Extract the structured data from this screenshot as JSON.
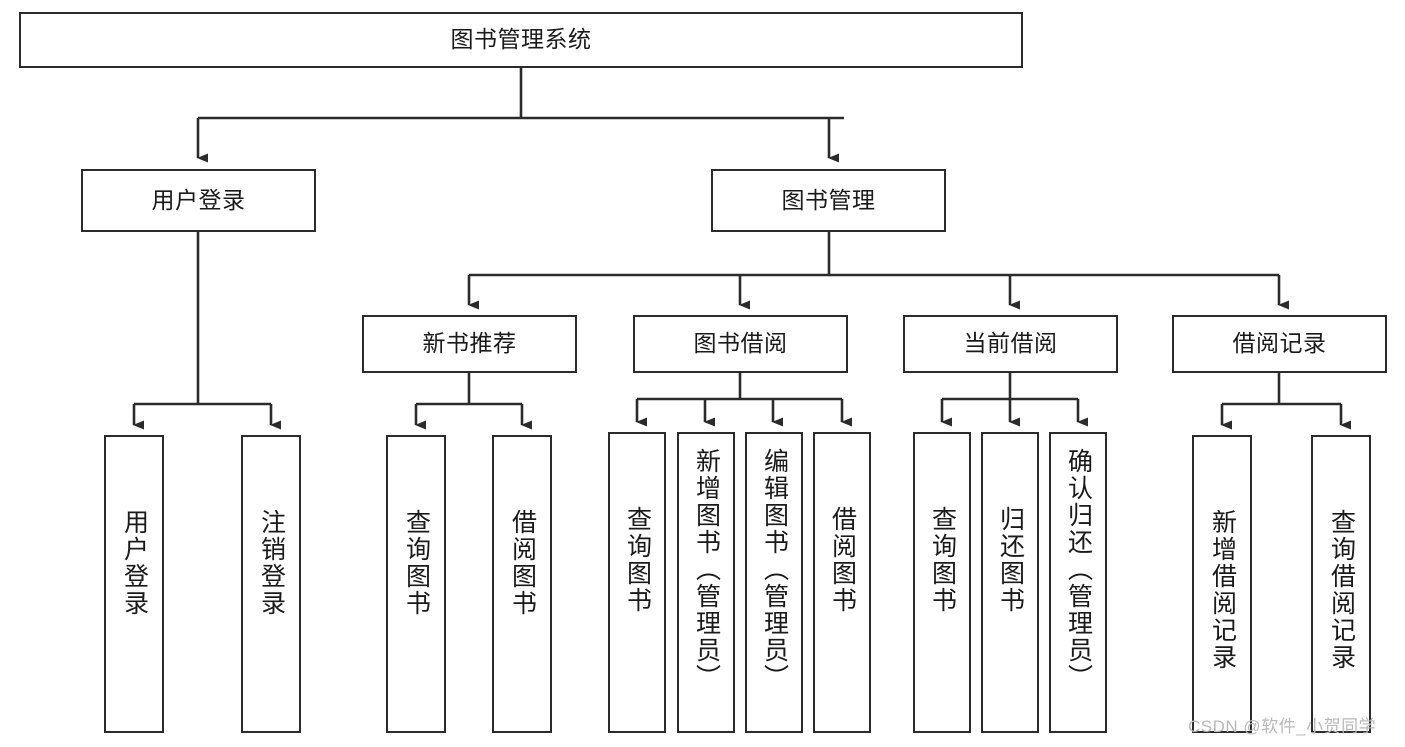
{
  "diagram": {
    "type": "tree-hierarchy-chart",
    "title": "图书管理系统",
    "root": {
      "id": "root",
      "label": "图书管理系统",
      "shape": "rectangle",
      "orientation": "horizontal"
    },
    "level2": [
      {
        "id": "user-login",
        "label": "用户登录",
        "orientation": "horizontal"
      },
      {
        "id": "book-management",
        "label": "图书管理",
        "orientation": "horizontal"
      }
    ],
    "level3": [
      {
        "id": "new-book-recommend",
        "label": "新书推荐",
        "orientation": "horizontal",
        "parent": "book-management"
      },
      {
        "id": "book-borrow",
        "label": "图书借阅",
        "orientation": "horizontal",
        "parent": "book-management"
      },
      {
        "id": "current-borrow",
        "label": "当前借阅",
        "orientation": "horizontal",
        "parent": "book-management"
      },
      {
        "id": "borrow-record",
        "label": "借阅记录",
        "orientation": "horizontal",
        "parent": "book-management"
      }
    ],
    "leaves": [
      {
        "id": "leaf-user-login",
        "label": "用户登录",
        "parent": "user-login",
        "orientation": "vertical",
        "align": "mid"
      },
      {
        "id": "leaf-logout",
        "label": "注销登录",
        "parent": "user-login",
        "orientation": "vertical",
        "align": "mid"
      },
      {
        "id": "leaf-query-book-1",
        "label": "查询图书",
        "parent": "new-book-recommend",
        "orientation": "vertical",
        "align": "mid"
      },
      {
        "id": "leaf-borrow-book-1",
        "label": "借阅图书",
        "parent": "new-book-recommend",
        "orientation": "vertical",
        "align": "mid"
      },
      {
        "id": "leaf-query-book-2",
        "label": "查询图书",
        "parent": "book-borrow",
        "orientation": "vertical",
        "align": "mid"
      },
      {
        "id": "leaf-add-book",
        "label": "新增图书（管理员）",
        "parent": "book-borrow",
        "orientation": "vertical",
        "align": "top"
      },
      {
        "id": "leaf-edit-book",
        "label": "编辑图书（管理员）",
        "parent": "book-borrow",
        "orientation": "vertical",
        "align": "top"
      },
      {
        "id": "leaf-borrow-book-2",
        "label": "借阅图书",
        "parent": "book-borrow",
        "orientation": "vertical",
        "align": "mid"
      },
      {
        "id": "leaf-query-book-3",
        "label": "查询图书",
        "parent": "current-borrow",
        "orientation": "vertical",
        "align": "mid"
      },
      {
        "id": "leaf-return-book",
        "label": "归还图书",
        "parent": "current-borrow",
        "orientation": "vertical",
        "align": "mid"
      },
      {
        "id": "leaf-confirm-return",
        "label": "确认归还（管理员）",
        "parent": "current-borrow",
        "orientation": "vertical",
        "align": "top"
      },
      {
        "id": "leaf-add-record",
        "label": "新增借阅记录",
        "parent": "borrow-record",
        "orientation": "vertical",
        "align": "mid"
      },
      {
        "id": "leaf-query-record",
        "label": "查询借阅记录",
        "parent": "borrow-record",
        "orientation": "vertical",
        "align": "mid"
      }
    ],
    "colors": {
      "border": "#2b2b2b",
      "background": "#ffffff",
      "text": "#1a1a1a",
      "edge": "#2b2b2b",
      "watermark": "#b9b9b9"
    }
  },
  "watermark": {
    "text": "CSDN @软件_小贺同学"
  }
}
